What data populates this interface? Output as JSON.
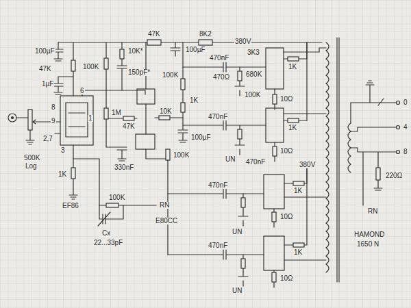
{
  "diagram": {
    "labels": [
      "100µF",
      "47K",
      "1µF",
      "100K",
      "10K*",
      "150pF*",
      "47K",
      "8K2",
      "380V",
      "100µF",
      "470nF",
      "3K3",
      "470Ω",
      "680K",
      "100K",
      "1K",
      "10Ω",
      "1M",
      "47K",
      "10K",
      "100K",
      "1K",
      "100µF",
      "100K",
      "330nF",
      "470nF",
      "1K",
      "10Ω",
      "UN",
      "470nF",
      "380V",
      "470nF",
      "1K",
      "10Ω",
      "UN",
      "470nF",
      "10Ω",
      "1K",
      "UN",
      "8",
      "9",
      "2,7",
      "3",
      "6",
      "1",
      "500K",
      "Log",
      "1K",
      "EF86",
      "100K",
      "RN",
      "E80CC",
      "Cx",
      "22...33pF",
      "0",
      "4",
      "8",
      "220Ω",
      "RN",
      "HAMOND",
      "1650 N"
    ]
  }
}
